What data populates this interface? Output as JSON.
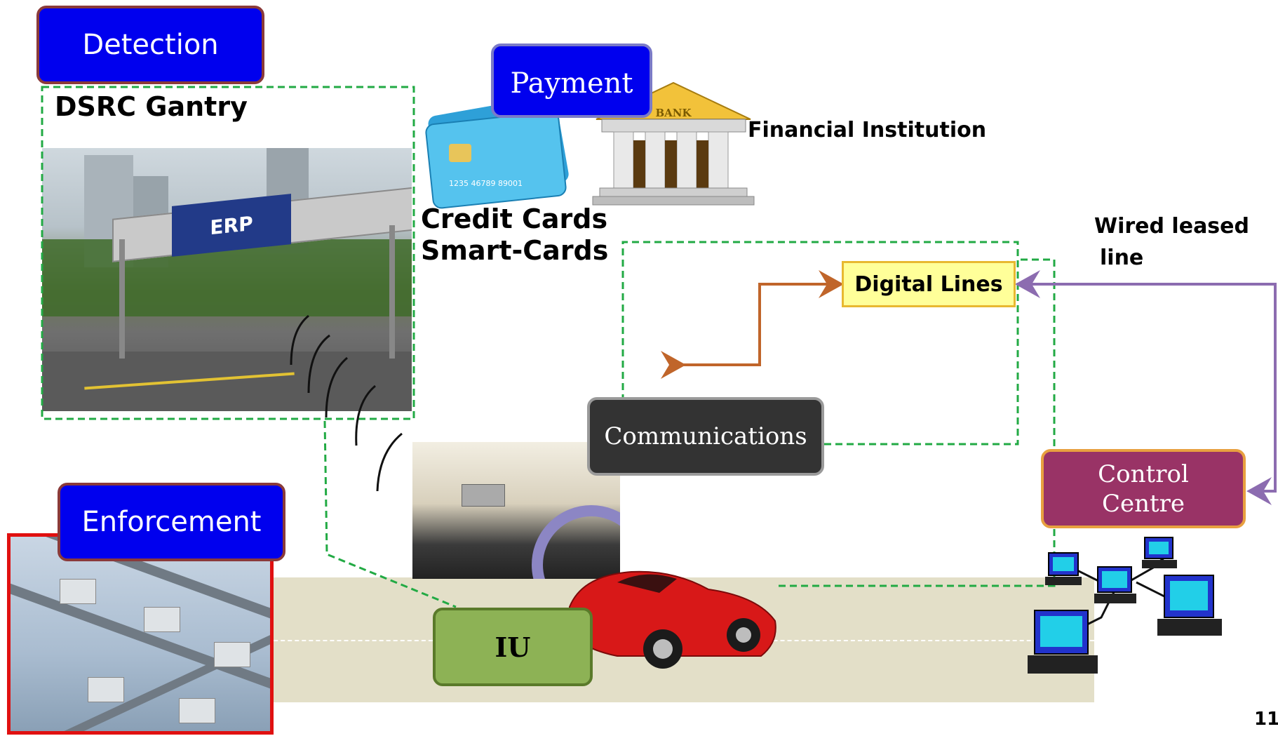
{
  "labels": {
    "detection": "Detection",
    "payment": "Payment",
    "enforcement": "Enforcement",
    "communications": "Communications",
    "control_centre_line1": "Control",
    "control_centre_line2": "Centre",
    "iu": "IU",
    "digital_lines": "Digital Lines",
    "dsrc_gantry": "DSRC Gantry",
    "credit_cards": "Credit Cards",
    "smart_cards": "Smart-Cards",
    "financial_institution": "Financial Institution",
    "wired_leased_line1": "Wired leased",
    "wired_leased_line2": "line",
    "bank_sign": "BANK",
    "erp_sign": "ERP",
    "card_number": "1235 46789 89001",
    "page_number": "11"
  },
  "colors": {
    "detection_fill": "#0000ee",
    "payment_fill": "#0000ee",
    "enforcement_fill": "#0000ee",
    "communications_fill": "#333333",
    "control_centre_fill": "#993366",
    "iu_fill": "#8db255",
    "digital_lines_fill": "#ffff99",
    "dashed_green": "#22aa44",
    "orange_arrow": "#c0652a",
    "purple_arrow": "#8c6cb0",
    "enforcement_frame": "#e01010"
  }
}
